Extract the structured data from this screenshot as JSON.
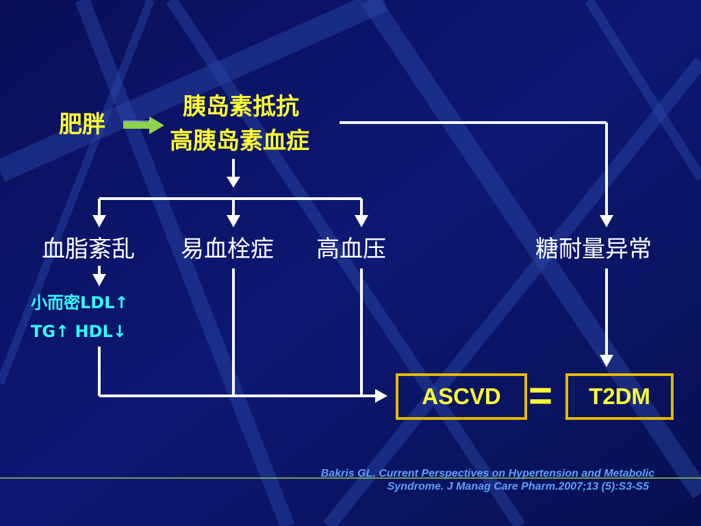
{
  "nodes": {
    "obesity": "肥胖",
    "insulin_resistance": "胰岛素抵抗",
    "hyperinsulinemia": "高胰岛素血症",
    "dyslipidemia": "血脂紊乱",
    "thrombophilia": "易血栓症",
    "hypertension": "高血压",
    "glucose_intolerance": "糖耐量异常",
    "lipid_line1": "小而密LDL↑",
    "lipid_line2": "TG↑ HDL↓"
  },
  "outcome": {
    "ascvd": "ASCVD",
    "equals": "=",
    "t2dm": "T2DM"
  },
  "citation": {
    "line1": "Bakris GL. Current Perspectives on Hypertension and Metabolic",
    "line2": "Syndrome. J Manag Care Pharm.2007;13 (5):S3-S5"
  },
  "colors": {
    "background": "#0a1160",
    "node_text": "#ffffff",
    "highlight_text": "#ffff33",
    "lipid_text": "#33ffff",
    "box_border": "#e6b800",
    "green_arrow": "#8cd24a",
    "citation": "#5ea0ff"
  }
}
